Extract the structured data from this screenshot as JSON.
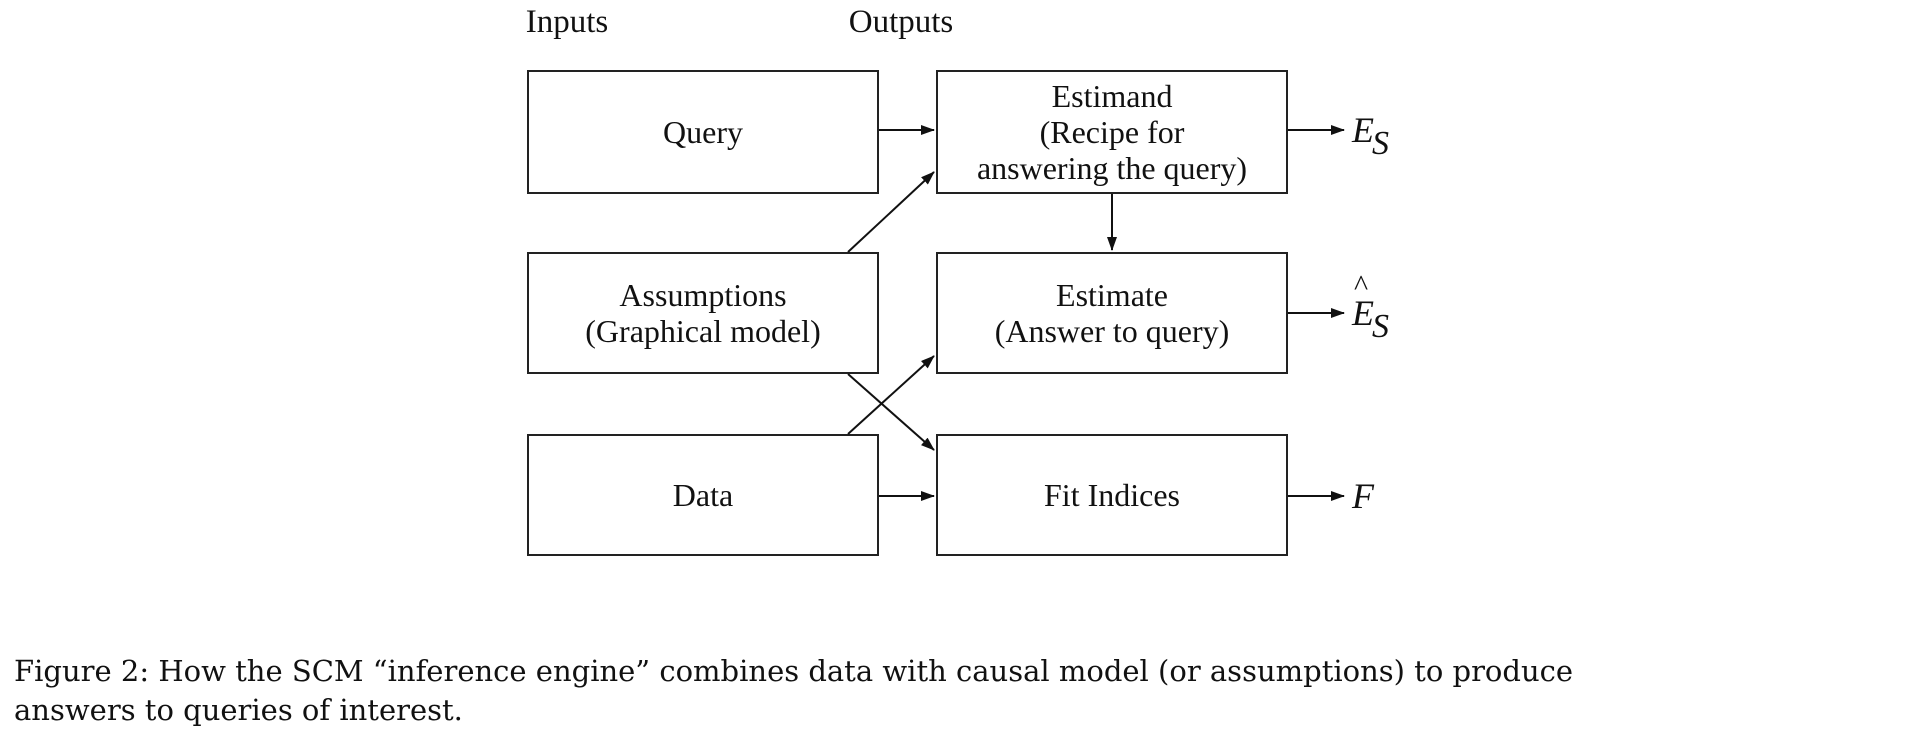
{
  "diagram": {
    "headers": {
      "inputs": "Inputs",
      "outputs": "Outputs"
    },
    "nodes": {
      "query": {
        "lines": [
          "Query"
        ]
      },
      "assumptions": {
        "lines": [
          "Assumptions",
          "(Graphical model)"
        ]
      },
      "data": {
        "lines": [
          "Data"
        ]
      },
      "estimand": {
        "lines": [
          "Estimand",
          "(Recipe for",
          "answering the query)"
        ]
      },
      "estimate": {
        "lines": [
          "Estimate",
          "(Answer to query)"
        ]
      },
      "fit_indices": {
        "lines": [
          "Fit Indices"
        ]
      }
    },
    "outputs": {
      "es": {
        "base": "E",
        "sub": "S"
      },
      "es_hat": {
        "base": "E",
        "sub": "S",
        "hat": "^"
      },
      "f": {
        "base": "F"
      }
    },
    "edges": [
      {
        "from": "query",
        "to": "estimand"
      },
      {
        "from": "assumptions",
        "to": "estimand"
      },
      {
        "from": "estimand",
        "to": "estimate"
      },
      {
        "from": "assumptions",
        "to": "fit_indices"
      },
      {
        "from": "data",
        "to": "estimate"
      },
      {
        "from": "data",
        "to": "fit_indices"
      },
      {
        "from": "estimand",
        "to": "es"
      },
      {
        "from": "estimate",
        "to": "es_hat"
      },
      {
        "from": "fit_indices",
        "to": "f"
      }
    ]
  },
  "caption": {
    "line1": "Figure 2: How the SCM “inference engine” combines data with causal model (or assumptions) to produce",
    "line2": "answers to queries of interest."
  }
}
